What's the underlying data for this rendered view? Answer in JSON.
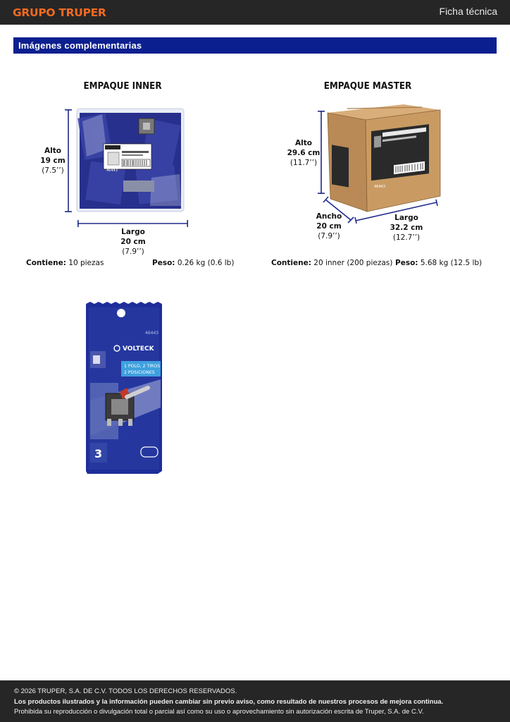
{
  "header": {
    "brand": "GRUPO TRUPER",
    "doc_title": "Ficha técnica"
  },
  "section": {
    "title": "Imágenes complementarias"
  },
  "inner": {
    "title": "EMPAQUE INNER",
    "alto": {
      "label": "Alto",
      "value": "19 cm",
      "inches": "(7.5’’)"
    },
    "largo": {
      "label": "Largo",
      "value": "20 cm",
      "inches": "(7.9’’)"
    },
    "contiene_label": "Contiene:",
    "contiene_value": "10 piezas",
    "peso_label": "Peso:",
    "peso_value": "0.26 kg (0.6 lb)",
    "bag_code": "46443"
  },
  "master": {
    "title": "EMPAQUE MASTER",
    "alto": {
      "label": "Alto",
      "value": "29.6 cm",
      "inches": "(11.7’’)"
    },
    "ancho": {
      "label": "Ancho",
      "value": "20 cm",
      "inches": "(7.9’’)"
    },
    "largo": {
      "label": "Largo",
      "value": "32.2 cm",
      "inches": "(12.7’’)"
    },
    "contiene_label": "Contiene:",
    "contiene_value": "20 inner (200 piezas)",
    "peso_label": "Peso:",
    "peso_value": "5.68 kg (12.5 lb)",
    "box_code": "46443"
  },
  "product": {
    "brand": "VOLTECK",
    "code": "46443",
    "tag": "1 POLO, 2 TIROS",
    "tag2": "2 POSICIONES",
    "count": "3"
  },
  "footer": {
    "copyright": "© 2026 TRUPER, S.A. DE C.V. TODOS LOS DERECHOS RESERVADOS.",
    "notice": "Los productos ilustrados y la información pueden cambiar sin previo aviso, como resultado de nuestros procesos de mejora continua.",
    "prohibition": "Prohibida su reproducción o divulgación total o parcial así como su uso o aprovechamiento sin autorización escrita de Truper, S.A. de C.V."
  },
  "colors": {
    "brand_orange": "#f26a21",
    "section_blue": "#0b1f8f",
    "dim_line_blue": "#1f2a8a",
    "bar_dark": "#262626"
  }
}
